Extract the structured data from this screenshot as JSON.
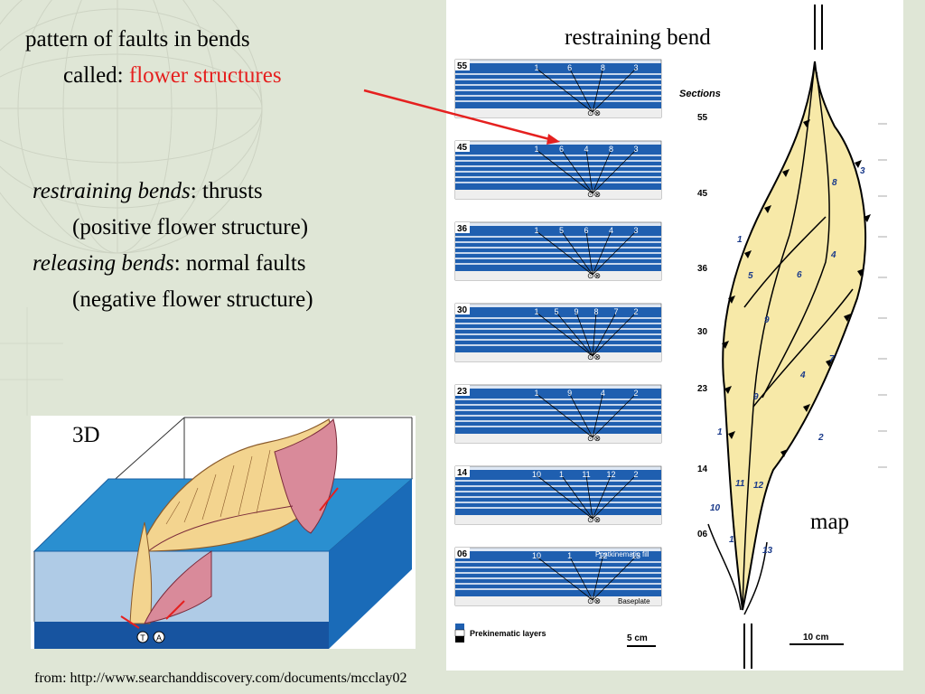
{
  "slide": {
    "title_line1": "pattern of faults in bends",
    "title_line2_prefix": "called: ",
    "title_line2_highlight": "flower structures",
    "bullet1_italic": "restraining bends",
    "bullet1_rest": ": thrusts",
    "bullet1_sub": "(positive flower structure)",
    "bullet2_italic": "releasing bends",
    "bullet2_rest": ": normal faults",
    "bullet2_sub": "(negative flower structure)",
    "label_3d": "3D",
    "label_restraining": "restraining bend",
    "label_map": "map",
    "source": "from: http://www.searchanddiscovery.com/documents/mcclay02"
  },
  "sections": {
    "heading": "Sections",
    "ids": [
      "55",
      "45",
      "36",
      "30",
      "23",
      "14",
      "06"
    ],
    "fault_labels": [
      [
        "1",
        "6",
        "8",
        "3"
      ],
      [
        "1",
        "6",
        "4",
        "8",
        "3"
      ],
      [
        "1",
        "5",
        "6",
        "4",
        "3"
      ],
      [
        "1",
        "5",
        "9",
        "8",
        "7",
        "2"
      ],
      [
        "1",
        "9",
        "4",
        "2"
      ],
      [
        "10",
        "1",
        "11",
        "12",
        "2"
      ],
      [
        "10",
        "1",
        "12",
        "13"
      ]
    ],
    "postkinematic": "Postkinematic fill",
    "baseplate": "Baseplate",
    "legend": "Prekinematic layers",
    "scale": "5 cm"
  },
  "map": {
    "section_labels": [
      "55",
      "45",
      "36",
      "30",
      "23",
      "14",
      "06"
    ],
    "fault_numbers": [
      "3",
      "8",
      "1",
      "5",
      "6",
      "4",
      "9",
      "7",
      "4",
      "9",
      "1",
      "2",
      "11",
      "12",
      "10",
      "1",
      "13"
    ],
    "scale": "10 cm"
  },
  "block3d": {
    "markers": [
      "T",
      "A"
    ]
  },
  "colors": {
    "highlight": "#e5201f",
    "layer_blue": "#1f5fb0",
    "fill_yellow": "#f7e9a8"
  }
}
